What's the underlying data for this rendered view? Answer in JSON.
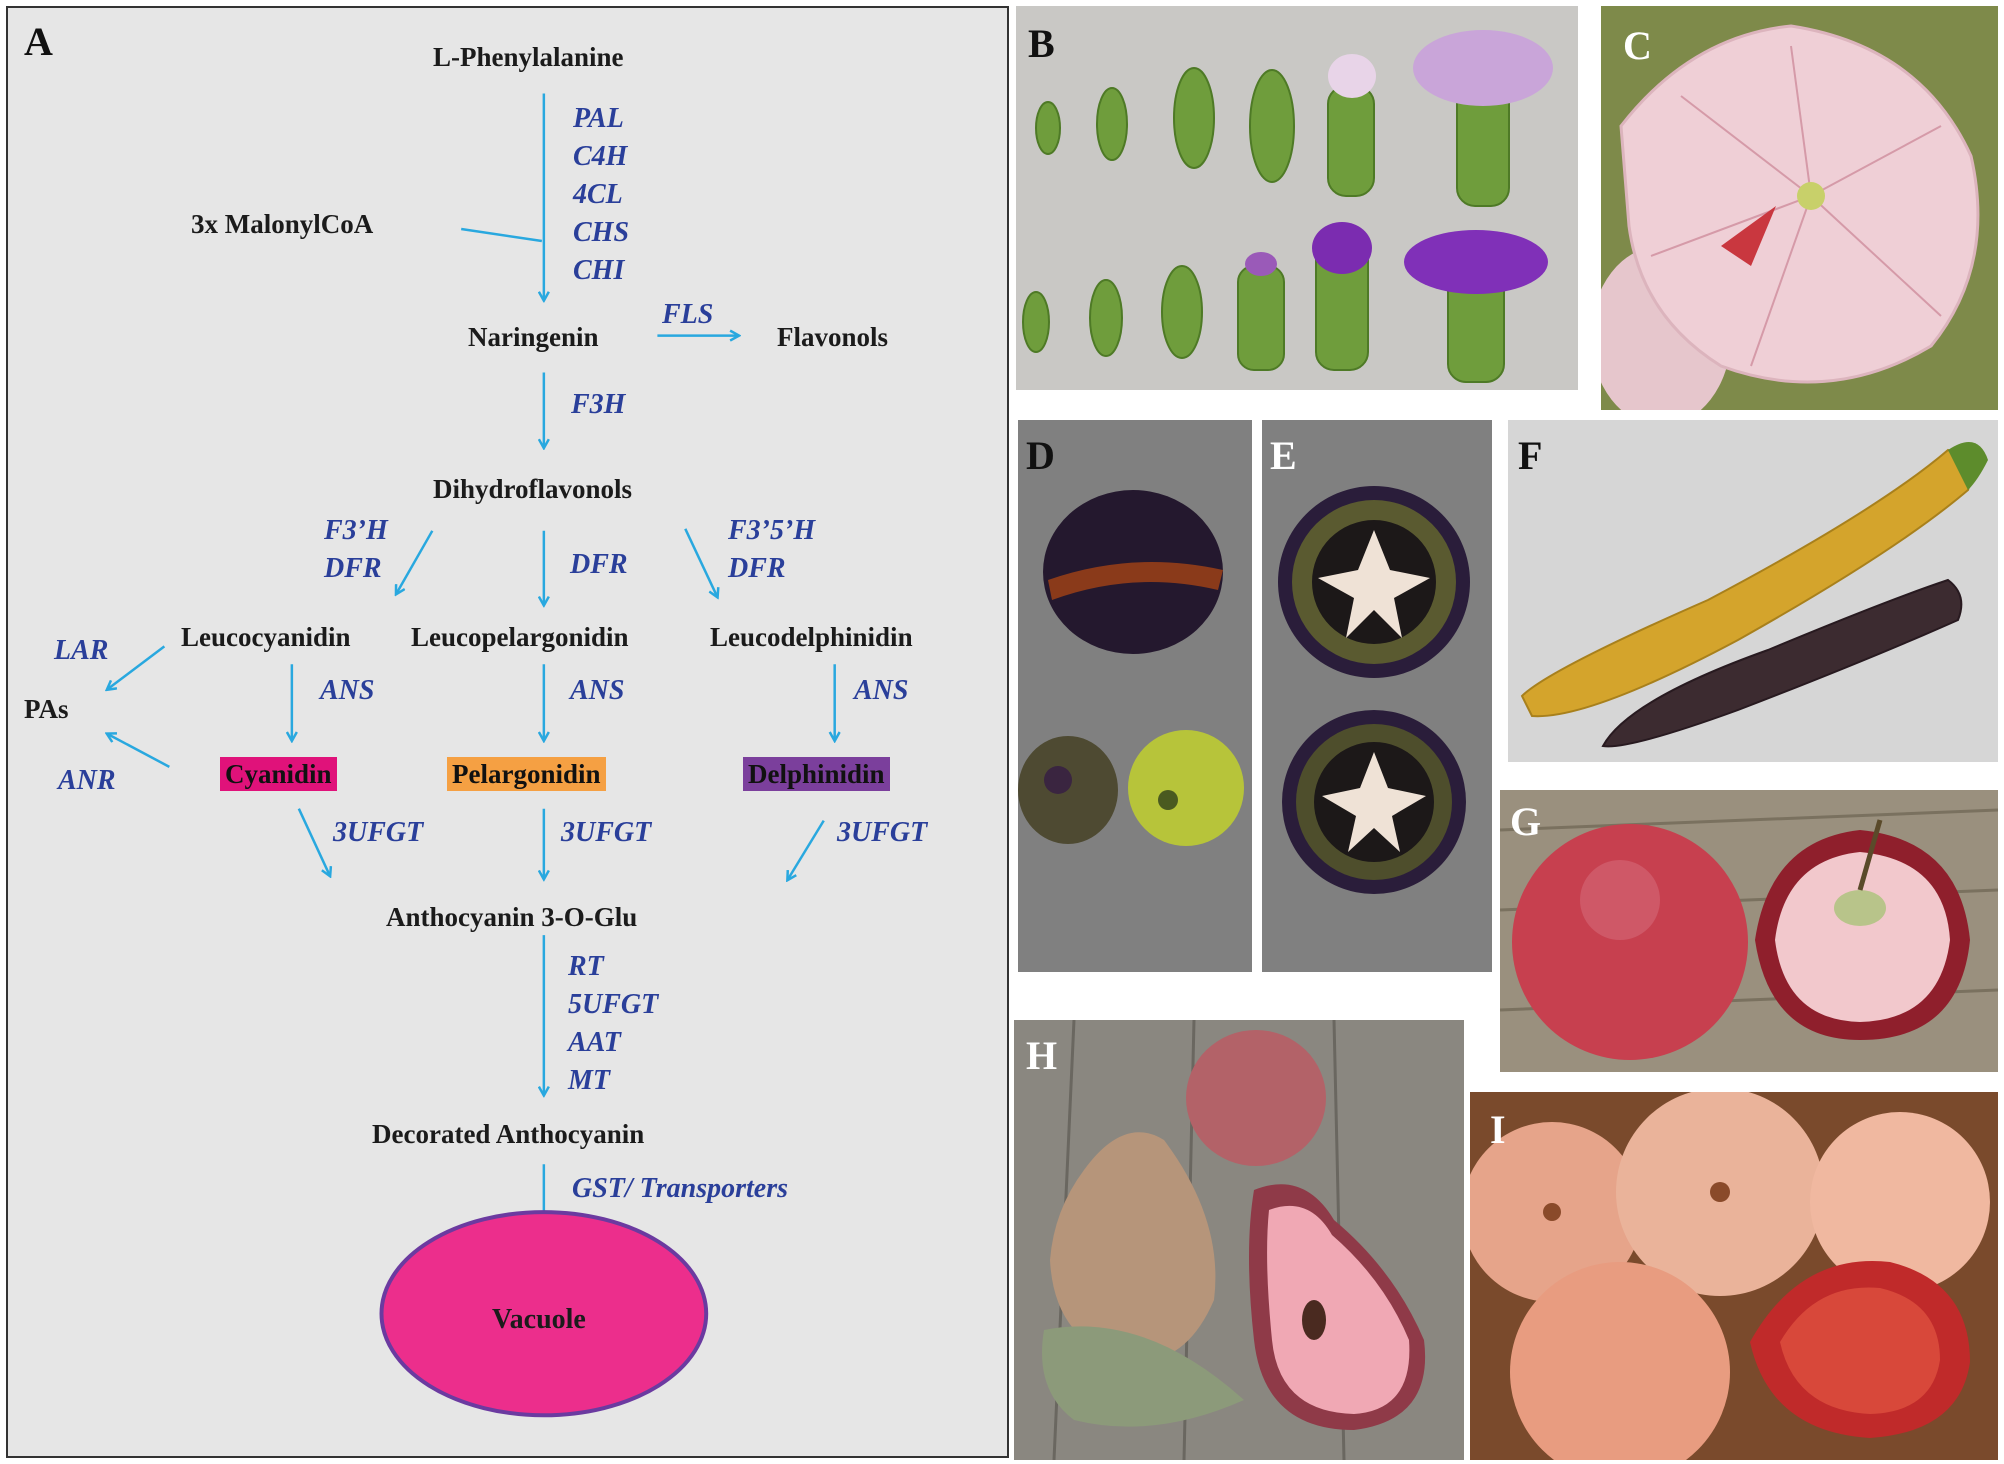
{
  "panelA": {
    "letter": "A",
    "substrates": {
      "phenylalanine": "L-Phenylalanine",
      "malonyl": "3x MalonylCoA",
      "naringenin": "Naringenin",
      "flavonols": "Flavonols",
      "dihydroflavonols": "Dihydroflavonols",
      "leucocyanidin": "Leucocyanidin",
      "leucopelargonidin": "Leucopelargonidin",
      "leucodelphinidin": "Leucodelphinidin",
      "pas": "PAs",
      "anthocyanin3oglu": "Anthocyanin 3-O-Glu",
      "decorated": "Decorated Anthocyanin",
      "vacuole": "Vacuole"
    },
    "pigments": {
      "cyanidin": "Cyanidin",
      "pelargonidin": "Pelargonidin",
      "delphinidin": "Delphinidin"
    },
    "enzymes": {
      "early": "PAL\nC4H\n4CL\nCHS\nCHI",
      "fls": "FLS",
      "f3h": "F3H",
      "f3h_dfr_left": "F3’H\nDFR",
      "dfr_mid": "DFR",
      "f35h_dfr_right": "F3’5’H\nDFR",
      "lar": "LAR",
      "anr": "ANR",
      "ans_left": "ANS",
      "ans_mid": "ANS",
      "ans_right": "ANS",
      "ufgt_left": "3UFGT",
      "ufgt_mid": "3UFGT",
      "ufgt_right": "3UFGT",
      "late": "RT\n5UFGT\nAAT\nMT",
      "gst": "GST/ Transporters"
    },
    "colors": {
      "arrow": "#29a8df",
      "enzyme_text": "#2a3f9a",
      "cyanidin_box": "#e0127a",
      "pelargonidin_box": "#f5a043",
      "delphinidin_box": "#7b3f9c",
      "vacuole_fill": "#ec2e8c",
      "vacuole_stroke": "#6b3aa0",
      "background": "#e6e6e6"
    }
  },
  "photo_panels": [
    {
      "letter": "B",
      "subject": "carnation-buds"
    },
    {
      "letter": "C",
      "subject": "petunia-flower"
    },
    {
      "letter": "D",
      "subject": "purple-tomato-fruits"
    },
    {
      "letter": "E",
      "subject": "purple-tomato-sections"
    },
    {
      "letter": "F",
      "subject": "yellow-and-purple-carrots"
    },
    {
      "letter": "G",
      "subject": "red-fleshed-apples"
    },
    {
      "letter": "H",
      "subject": "red-fleshed-pears"
    },
    {
      "letter": "I",
      "subject": "red-fleshed-peaches"
    }
  ]
}
